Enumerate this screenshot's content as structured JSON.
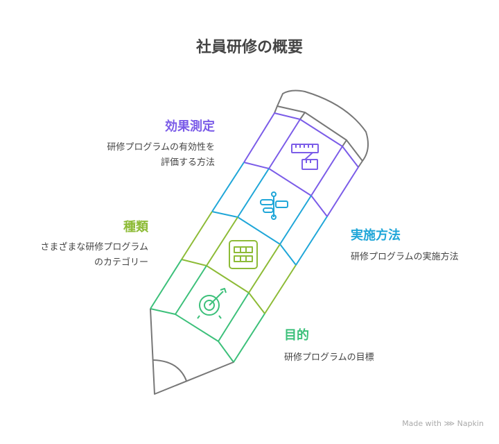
{
  "title": "社員研修の概要",
  "sections": [
    {
      "heading": "効果測定",
      "desc1": "研修プログラムの有効性を",
      "desc2": "評価する方法",
      "color": "#7b5ce8"
    },
    {
      "heading": "実施方法",
      "desc1": "研修プログラムの実施方法",
      "color": "#1fa6d8"
    },
    {
      "heading": "種類",
      "desc1": "さまざまな研修プログラム",
      "desc2": "のカテゴリー",
      "color": "#8dbb36"
    },
    {
      "heading": "目的",
      "desc1": "研修プログラムの目標",
      "color": "#3cc07a"
    }
  ],
  "credit": "Made with ⋙ Napkin"
}
